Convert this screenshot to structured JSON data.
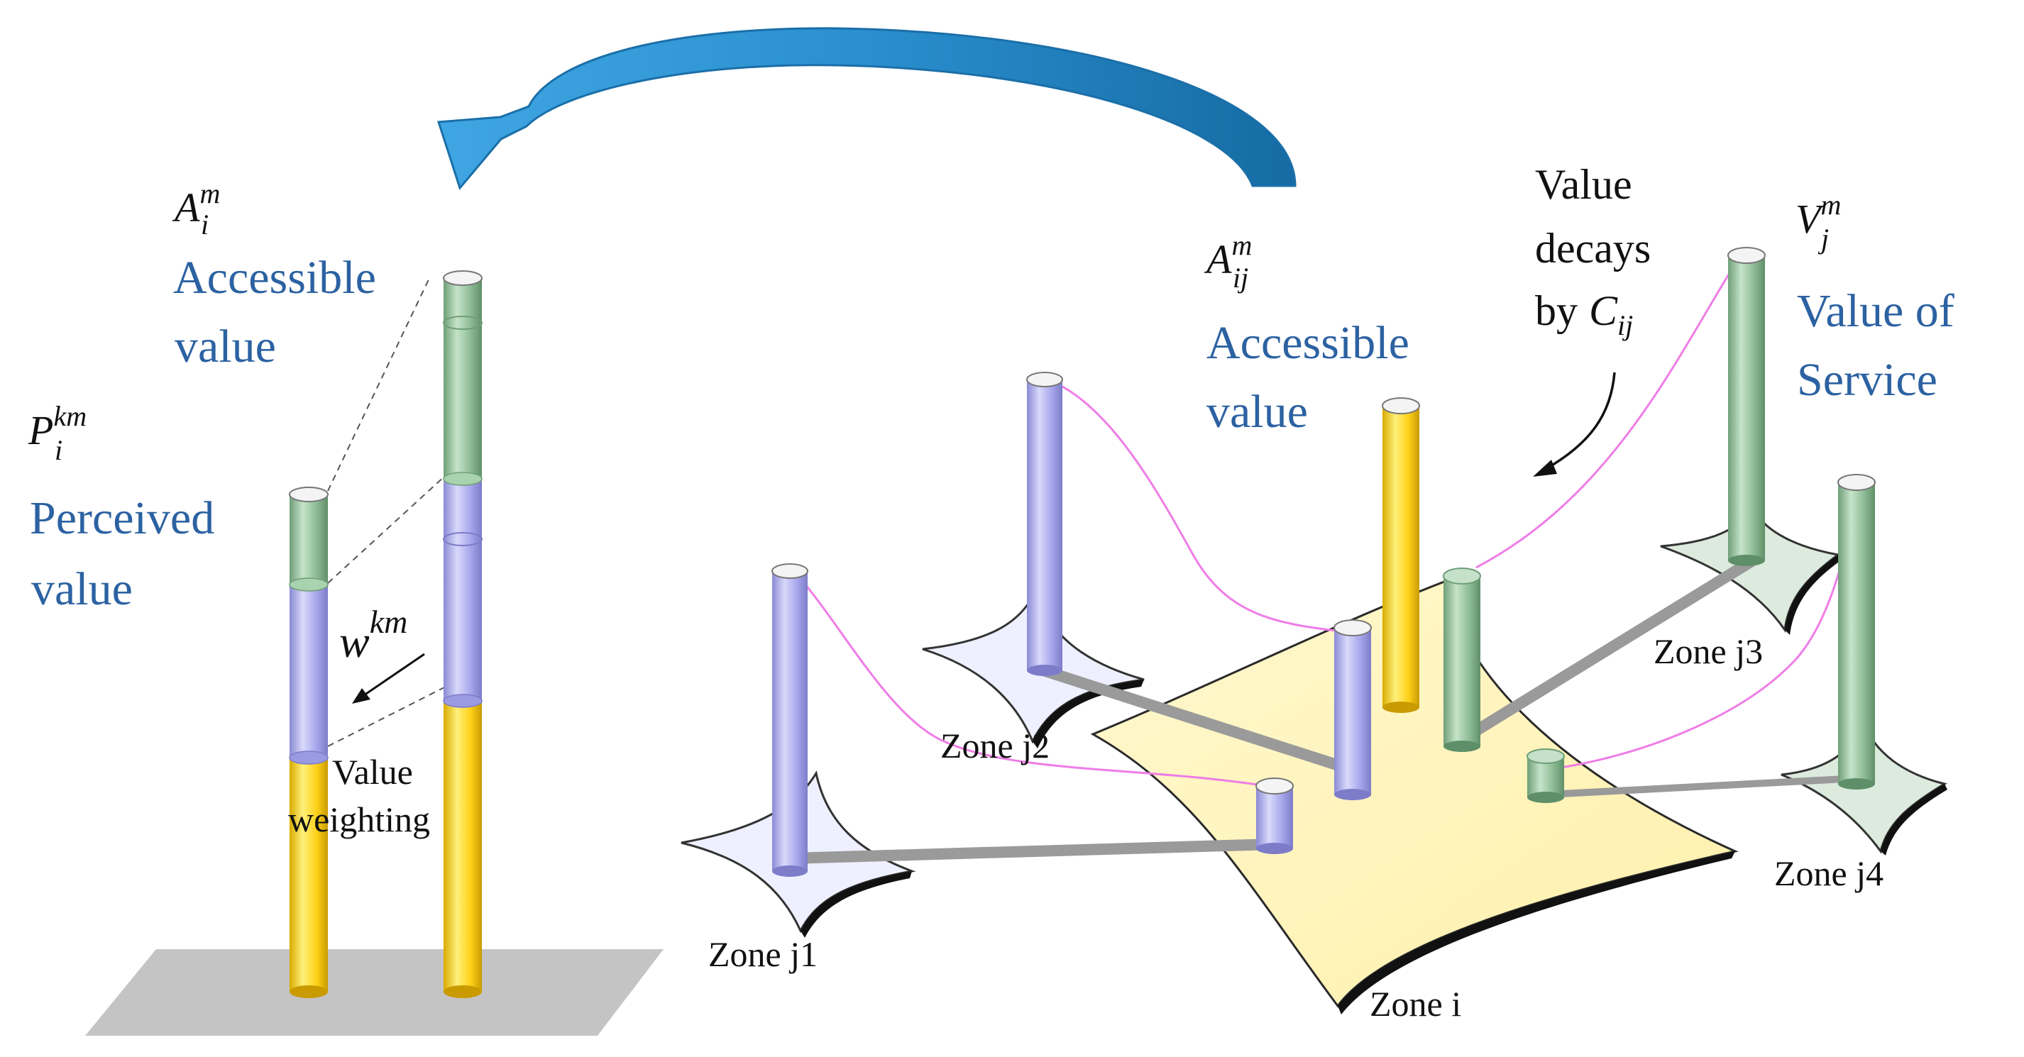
{
  "colors": {
    "label_blue": "#2c62a2",
    "arrow_blue": "#2a8fce",
    "green": "#9bc8a2",
    "lavender": "#b0b0ec",
    "yellow": "#ffd81f",
    "zone_fill": "#fff3b8",
    "ground": "#c4c4c4",
    "link_gray": "#9a9a9a",
    "decay_curve": "#ef7de6"
  },
  "left_panel": {
    "a_i_m": {
      "base": "A",
      "sub": "i",
      "sup": "m"
    },
    "accessible_line1": "Accessible",
    "accessible_line2": "value",
    "p_i_km": {
      "base": "P",
      "sub": "i",
      "sup": "km"
    },
    "perceived_line1": "Perceived",
    "perceived_line2": "value",
    "w_km": {
      "base": "w",
      "sup": "km"
    },
    "weighting_line1": "Value",
    "weighting_line2": "weighting"
  },
  "right_panel": {
    "a_ij_m": {
      "base": "A",
      "sub": "ij",
      "sup": "m"
    },
    "accessible_line1": "Accessible",
    "accessible_line2": "value",
    "decay_line1": "Value",
    "decay_line2": "decays",
    "decay_line3_prefix": "by",
    "c_ij": {
      "base": "C",
      "sub": "ij"
    },
    "v_j_m": {
      "base": "V",
      "sub": "j",
      "sup": "m"
    },
    "service_line1": "Value of",
    "service_line2": "Service",
    "zones": {
      "j1": "Zone j1",
      "j2": "Zone j2",
      "j3": "Zone j3",
      "j4": "Zone j4",
      "i": "Zone i"
    }
  }
}
